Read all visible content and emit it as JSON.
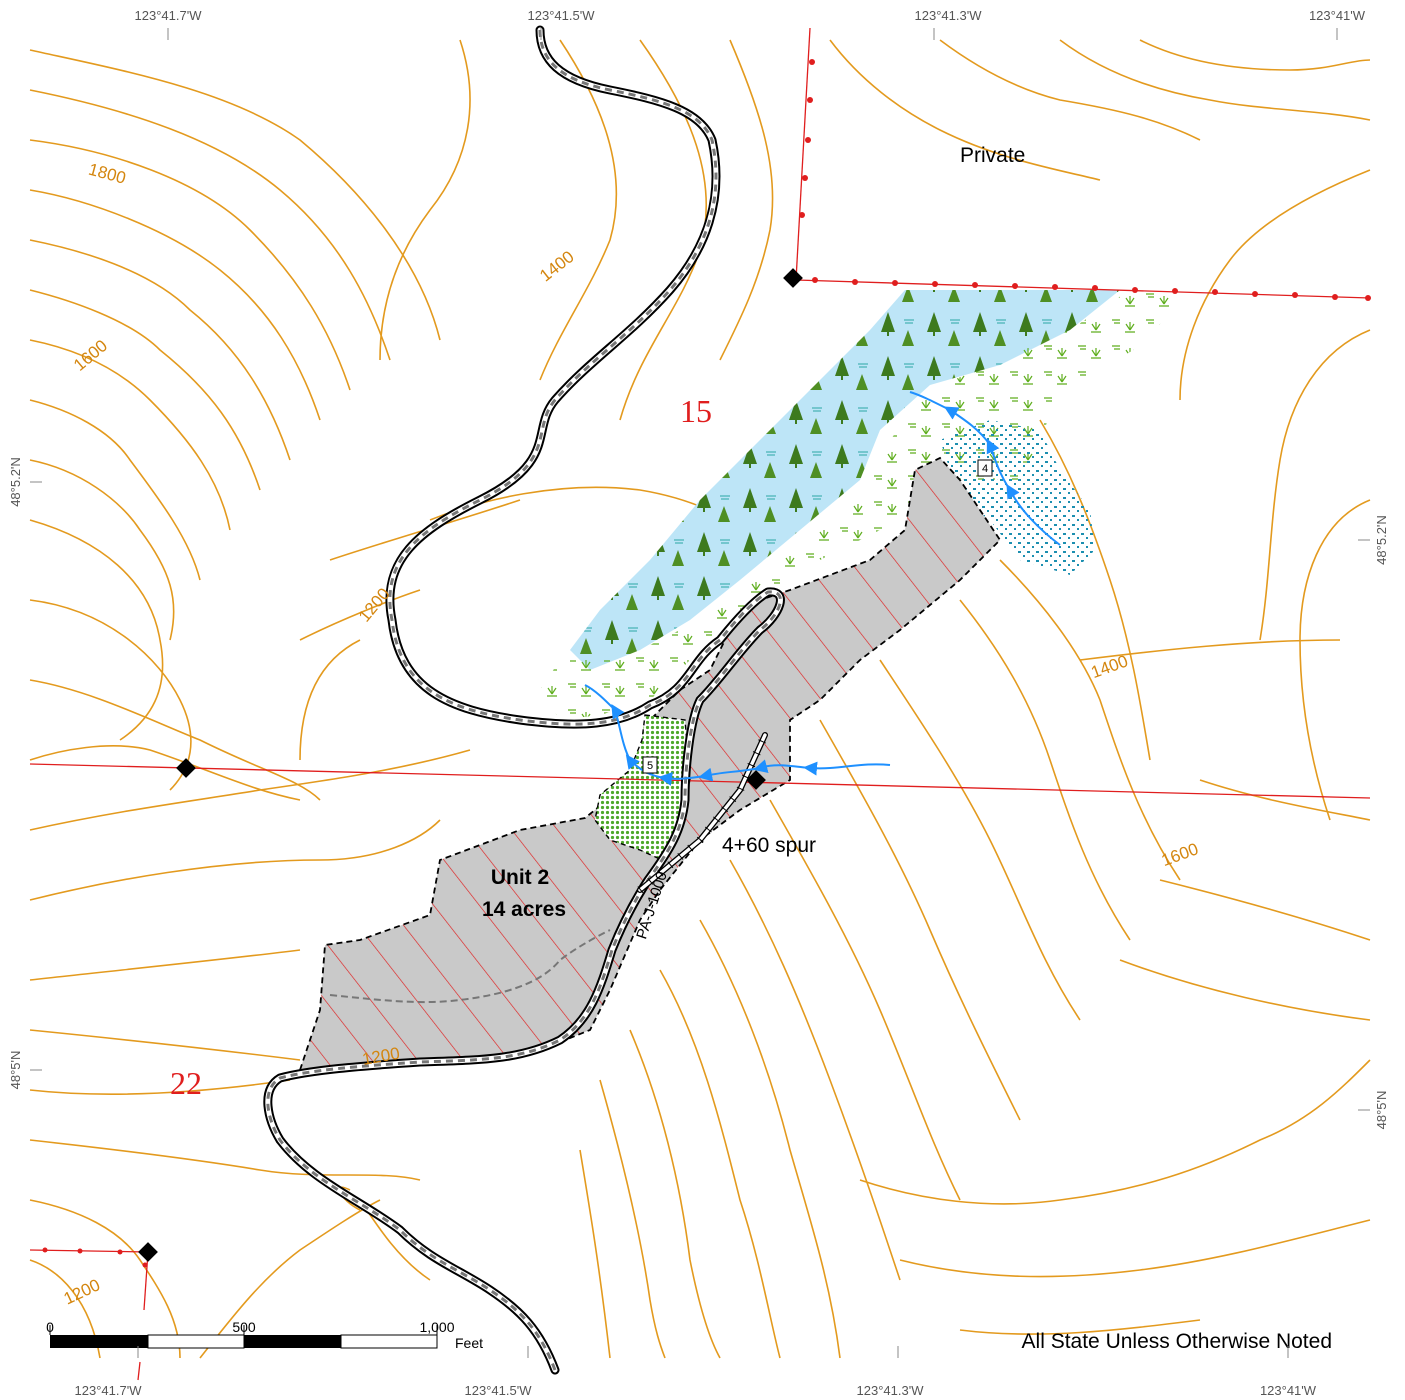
{
  "coordinates": {
    "top": [
      "123°41.7'W",
      "123°41.5'W",
      "123°41.3'W",
      "123°41'W"
    ],
    "bottom": [
      "123°41.7'W",
      "123°41.5'W",
      "123°41.3'W",
      "123°41'W"
    ],
    "left": [
      "48°5.2'N",
      "48°5'N"
    ],
    "right": [
      "48°5.2'N",
      "48°5'N"
    ]
  },
  "contour_labels": [
    "1800",
    "1600",
    "1400",
    "1200",
    "1400",
    "1600",
    "1200",
    "1200"
  ],
  "sections": {
    "north": "15",
    "south": "22"
  },
  "ownership": {
    "private": "Private",
    "default": "All State Unless Otherwise Noted"
  },
  "unit": {
    "name": "Unit 2",
    "area": "14 acres"
  },
  "roads": {
    "main": "PA-J-1000",
    "spur": "4+60 spur"
  },
  "stream_markers": [
    "4",
    "5"
  ],
  "scale_bar": {
    "ticks": [
      "0",
      "500",
      "1,000"
    ],
    "unit": "Feet"
  },
  "colors": {
    "contour": "#e39a1e",
    "section_line": "#e01e1e",
    "unit_fill": "#c9c9c9",
    "riparian_fill": "#bde5f7",
    "stream": "#1e90ff",
    "wetland_green": "#5fae1e"
  }
}
